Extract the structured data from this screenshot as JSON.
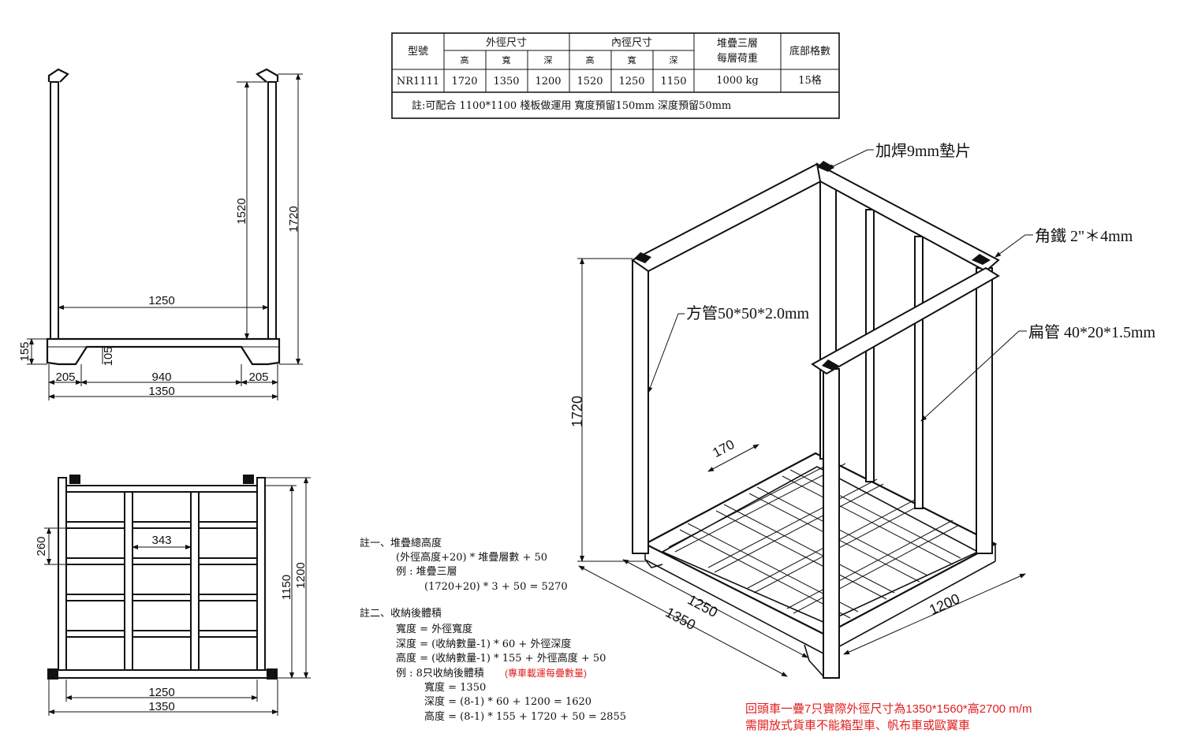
{
  "spec_table": {
    "headers": {
      "model": "型號",
      "outer": "外徑尺寸",
      "inner": "內徑尺寸",
      "load": [
        "堆疊三層",
        "每層荷重"
      ],
      "grid": "底部格數",
      "h": "高",
      "w": "寬",
      "d": "深"
    },
    "row": {
      "model": "NR1111",
      "outer_h": "1720",
      "outer_w": "1350",
      "outer_d": "1200",
      "inner_h": "1520",
      "inner_w": "1250",
      "inner_d": "1150",
      "load": "1000 kg",
      "grid": "15格"
    },
    "note": "註:可配合 1100*1100 棧板做運用 寬度預留150mm 深度預留50mm"
  },
  "front_view": {
    "dims": {
      "inner_height": "1520",
      "outer_height": "1720",
      "inner_width": "1250",
      "base_height": "155",
      "notch_height": "105",
      "foot_left": "205",
      "middle": "940",
      "foot_right": "205",
      "outer_width": "1350"
    }
  },
  "top_view": {
    "dims": {
      "cell_pitch": "260",
      "cell_width": "343",
      "inner_depth": "1150",
      "outer_depth": "1200",
      "inner_width": "1250",
      "outer_width": "1350"
    }
  },
  "iso_view": {
    "labels": {
      "shim": "加焊9mm墊片",
      "angle_iron": "角鐵 2\"＊4mm",
      "square_tube": "方管50*50*2.0mm",
      "flat_tube": "扁管 40*20*1.5mm"
    },
    "dims": {
      "height": "1720",
      "spacing": "170",
      "inner_width": "1250",
      "outer_width": "1350",
      "depth": "1200"
    }
  },
  "notes": {
    "n1_title": "註一、堆疊總高度",
    "n1_formula": "(外徑高度+20) * 堆疊層數 + 50",
    "n1_example": "例 : 堆疊三層",
    "n1_calc": "(1720+20) * 3 + 50 = 5270",
    "n2_title": "註二、收納後體積",
    "n2_width": "寬度 = 外徑寬度",
    "n2_depth": "深度 = (收納數量-1) * 60 + 外徑深度",
    "n2_height": "高度 = (收納數量-1) * 155 + 外徑高度 + 50",
    "n2_example": "例 : 8只收納後體積",
    "n2_example_red": "(專車載運每疊數量)",
    "n2_calc_w": "寬度 = 1350",
    "n2_calc_d": "深度 = (8-1) * 60 + 1200 = 1620",
    "n2_calc_h": "高度 = (8-1) * 155 + 1720 + 50 = 2855"
  },
  "remark": {
    "line1": "回頭車一疊7只實際外徑尺寸為1350*1560*高2700 m/m",
    "line2": "需開放式貨車不能箱型車、帆布車或歐翼車"
  }
}
